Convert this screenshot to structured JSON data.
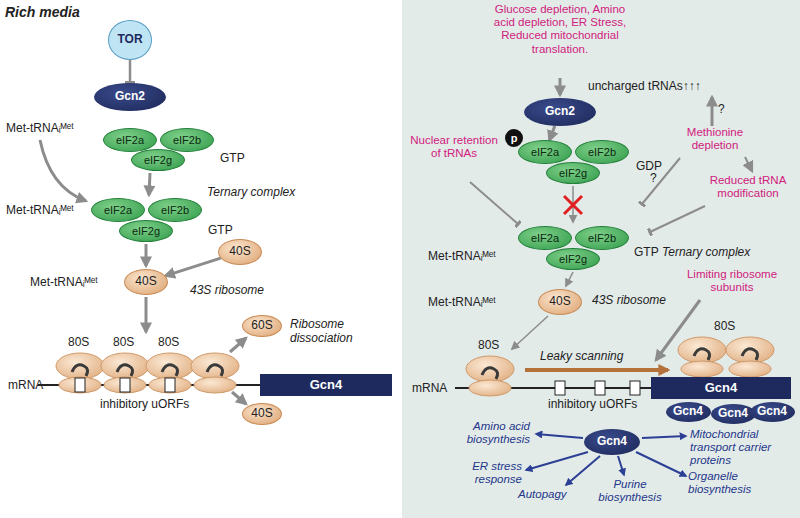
{
  "diagram": {
    "nodes": [
      {
        "text": [
          "TOR"
        ]
      },
      {
        "text": [
          "Gcn2"
        ]
      },
      {
        "text": [
          "eIF2a"
        ]
      },
      {
        "text": [
          "eIF2b"
        ]
      },
      {
        "text": [
          "eIF2g"
        ]
      },
      {
        "text": [
          "eIF2a"
        ]
      },
      {
        "text": [
          "eIF2b"
        ]
      },
      {
        "text": [
          "eIF2g"
        ]
      },
      {
        "text": [
          "40S"
        ]
      },
      {
        "text": [
          "40S"
        ]
      },
      {
        "text": [
          "60S"
        ]
      },
      {
        "text": [
          "40S"
        ]
      },
      {
        "text": [
          "Gcn4"
        ]
      },
      {
        "text": [
          "Gcn2"
        ]
      },
      {
        "text": [
          "p"
        ]
      },
      {
        "text": [
          "eIF2a"
        ]
      },
      {
        "text": [
          "eIF2b"
        ]
      },
      {
        "text": [
          "eIF2g"
        ]
      },
      {
        "text": [
          "eIF2a"
        ]
      },
      {
        "text": [
          "eIF2b"
        ]
      },
      {
        "text": [
          "eIF2g"
        ]
      },
      {
        "text": [
          "40S"
        ]
      },
      {
        "text": [
          "Gcn4"
        ]
      },
      {
        "text": [
          "Gcn4"
        ]
      },
      {
        "text": [
          "Gcn4"
        ]
      },
      {
        "text": [
          "Gcn4"
        ]
      },
      {
        "text": [
          "Gcn4"
        ]
      }
    ],
    "edges": [
      {
        "from": 0,
        "to": 1,
        "arrow": "to"
      },
      {
        "from": 8,
        "to": 9,
        "arrow": "to"
      },
      {
        "from": 13,
        "to": 15,
        "arrow": "to"
      }
    ],
    "labels": [
      "Rich media",
      "Met-tRNAᵢᴹᵉᵗ",
      "GTP",
      "Ternary complex",
      "Met-tRNAᵢᴹᵉᵗ",
      "GTP",
      "Met-tRNAᵢᴹᵉᵗ",
      "43S ribosome",
      "80S",
      "80S",
      "80S",
      "Ribosome dissociation",
      "mRNA",
      "inhibitory uORFs",
      "Glucose depletion, Amino acid depletion, ER Stress, Reduced mitochondrial translation.",
      "uncharged tRNAs↑↑↑",
      "GDP",
      "?",
      "?",
      "Methionine depletion",
      "Reduced tRNA modification",
      "Nuclear retention of tRNAs",
      "Ternary complex",
      "GTP",
      "Met-tRNAᵢᴹᵉᵗ",
      "Met-tRNAᵢᴹᵉᵗ",
      "43S ribosome",
      "Limiting ribosome subunits",
      "80S",
      "Leaky scanning",
      "80S",
      "mRNA",
      "inhibitory uORFs",
      "Amino acid biosynthesis",
      "ER stress response",
      "Autopagy",
      "Purine biosynthesis",
      "Organelle biosynthesis",
      "Mitochondrial transport carrier proteins"
    ]
  }
}
